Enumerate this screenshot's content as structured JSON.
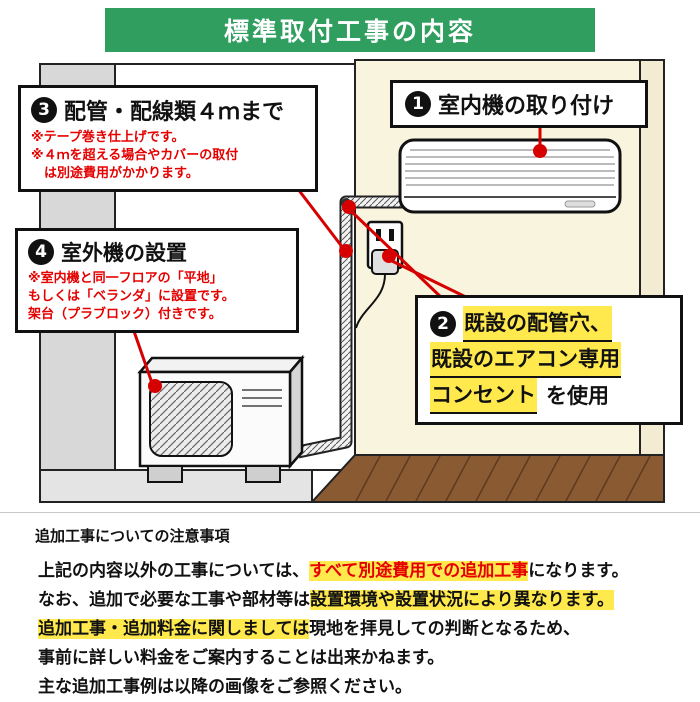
{
  "colors": {
    "green": "#2f9e5f",
    "red": "#d60000",
    "red-text": "#e50000",
    "yellow": "#ffe94d",
    "wall-cream": "#f9f4dd",
    "wall-gray": "#d8d8d8",
    "floor-wood": "#8a5a33"
  },
  "header": {
    "title": "標準取付工事の内容"
  },
  "diagram": {
    "step1": {
      "num": "1",
      "title": "室内機の取り付け"
    },
    "step2": {
      "num": "2",
      "line1": "既設の配管穴、",
      "line2": "既設のエアコン専用",
      "line3": "コンセント",
      "tail": "を使用"
    },
    "step3": {
      "num": "3",
      "title": "配管・配線類４ｍまで",
      "notes": [
        "※テープ巻き仕上げです。",
        "※４ｍを超える場合やカバーの取付",
        "　は別途費用がかかります。"
      ]
    },
    "step4": {
      "num": "4",
      "title": "室外機の設置",
      "notes": [
        "※室内機と同一フロアの「平地」",
        "もしくは「ベランダ」に設置です。",
        "架台（プラブロック）付きです。"
      ]
    }
  },
  "notes": {
    "heading": "追加工事についての注意事項",
    "line1": {
      "pre": "上記の内容以外の工事については、",
      "em": "すべて別途費用での追加工事",
      "post": "になります。"
    },
    "line2": {
      "pre": "なお、追加で必要な工事や部材等は",
      "em": "設置環境や設置状況により異なります。",
      "post": ""
    },
    "line3": {
      "pre": "",
      "em": "追加工事・追加料金に関しましては",
      "post": "現地を拝見しての判断となるため、"
    },
    "line4": "事前に詳しい料金をご案内することは出来かねます。",
    "line5": "主な追加工事例は以降の画像をご参照ください。"
  }
}
